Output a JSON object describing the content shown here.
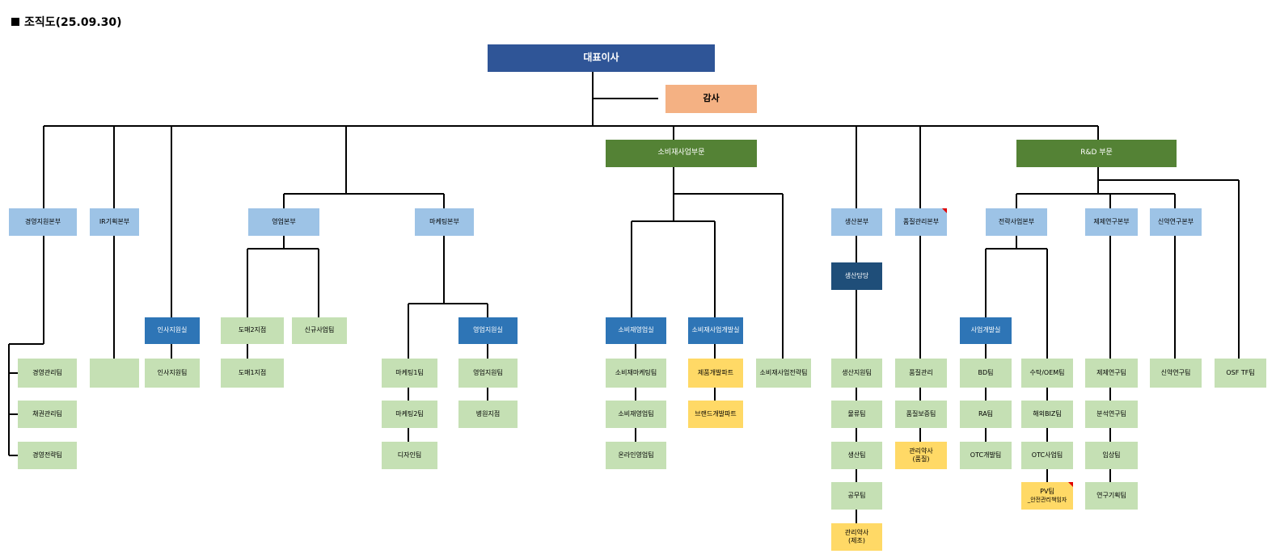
{
  "title": "조직도(25.09.30)",
  "ceo": "대표이사",
  "audit": "감사",
  "divisions": {
    "consumer": "소비재사업부문",
    "rnd": "R&D 부문"
  },
  "hq": {
    "mgmt_support": "경영지원본부",
    "ir_planning": "IR기획본부",
    "sales": "영업본부",
    "marketing": "마케팅본부",
    "production": "생산본부",
    "quality": "품질관리본부",
    "strategy": "전략사업본부",
    "formulation_research": "제제연구본부",
    "new_drug_research": "신약연구본부"
  },
  "offices": {
    "hr_support": "인사지원실",
    "sales_support": "영업지원실",
    "consumer_sales": "소비재영업실",
    "consumer_dev": "소비재사업개발실",
    "production_lead": "생산담당",
    "biz_dev": "사업개발실"
  },
  "teams": {
    "mgmt_admin": "경영관리팀",
    "credit_mgmt": "채권관리팀",
    "mgmt_strategy": "경영전략팀",
    "ir_empty": "",
    "hr_support_team": "인사지원팀",
    "wholesale2": "도매2지점",
    "wholesale1": "도매1지점",
    "new_biz": "신규사업팀",
    "marketing1": "마케팅1팀",
    "marketing2": "마케팅2팀",
    "design": "디자인팀",
    "sales_support_team": "영업지원팀",
    "hospital_branch": "병원지점",
    "consumer_marketing": "소비재마케팅팀",
    "consumer_sales_team": "소비재영업팀",
    "online_sales": "온라인영업팀",
    "product_dev_part": "제품개발파트",
    "brand_dev_part": "브랜드개발파트",
    "consumer_strategy": "소비재사업전략팀",
    "production_support": "생산지원팀",
    "logistics": "물류팀",
    "production_team": "생산팀",
    "engineering": "공무팀",
    "pharmacist_mfg": {
      "line1": "관리약사",
      "line2": "(제조)"
    },
    "quality_mgmt": "품질관리",
    "quality_assurance": "품질보증팀",
    "pharmacist_qa": {
      "line1": "관리약사",
      "line2": "(품질)"
    },
    "bd": "BD팀",
    "ra": "RA팀",
    "otc_dev": "OTC개발팀",
    "contract_oem": "수탁/OEM팀",
    "overseas_biz": "해외BIZ팀",
    "otc_biz": "OTC사업팀",
    "pv": {
      "line1": "PV팀",
      "line2": "_안전관리책임자"
    },
    "formulation_team": "제제연구팀",
    "analysis": "분석연구팀",
    "clinical": "임상팀",
    "research_planning": "연구기획팀",
    "new_drug_team": "신약연구팀",
    "osf_tf": "OSF TF팀"
  }
}
